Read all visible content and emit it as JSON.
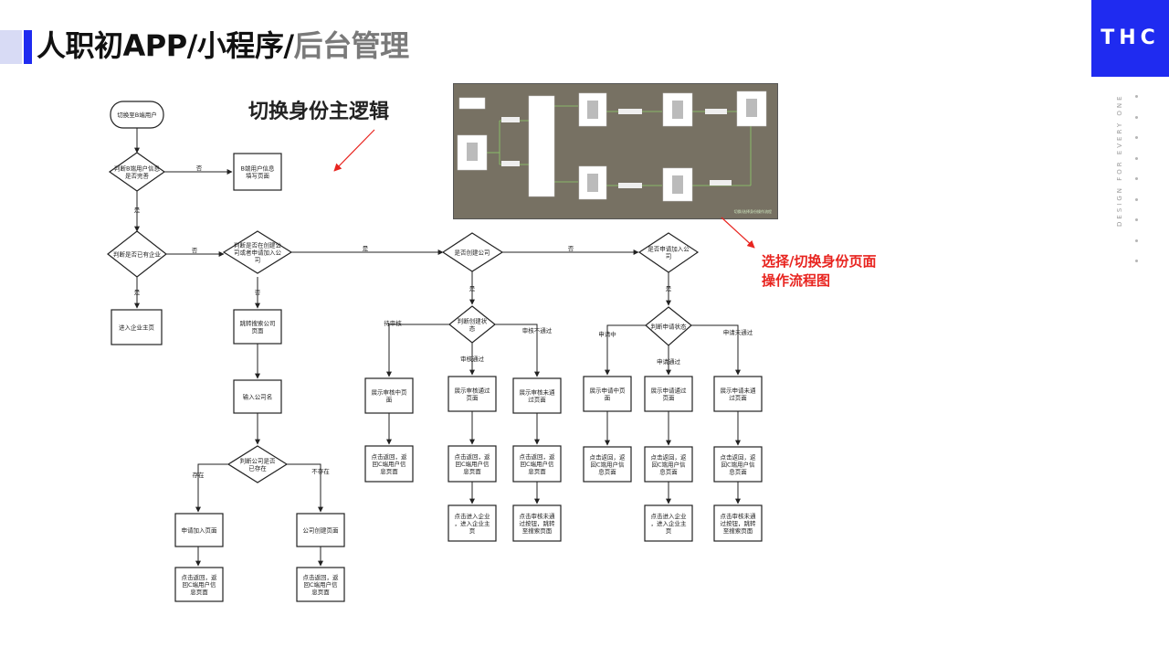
{
  "header": {
    "title_main": "人职初APP/小程序/",
    "title_light": "后台管理",
    "brand": "THC",
    "tagline": "DESIGN FOR EVERY ONE"
  },
  "annotations": {
    "logic_heading": "切换身份主逻辑",
    "page_flow_note": "选择/切换身份页面操作流程图",
    "arrow_color": "#e8241f"
  },
  "preview": {
    "caption": "切换/选择身份操作流程"
  },
  "flow": {
    "start": "切换至B端用户",
    "d_info_complete": "判断B端用户信息是否完善",
    "fill_info_page": "B端用户信息填写页面",
    "d_has_company": "判断是否已有企业",
    "enter_company_home": "进入企业主页",
    "d_created_or_applied": "判断是否在创建公司或者申请加入公司",
    "search_company_page": "跳转搜索公司页面",
    "input_company_name": "输入公司名",
    "d_company_exists": "判断公司是否已存在",
    "apply_join_page": "申请加入页面",
    "create_company_page": "公司创建页面",
    "back_c_info_1": "点击返回，返回C端用户信息页面",
    "back_c_info_2": "点击返回，返回C端用户信息页面",
    "d_is_create": "是否创建公司",
    "d_review_status": "判断创建状态",
    "show_reviewing": "展示审核中页面",
    "show_review_passed": "展示审核通过页面",
    "show_review_failed": "展示审核未通过页面",
    "back_c_info_3": "点击返回，返回C端用户信息页面",
    "back_c_info_4": "点击返回，返回C端用户信息页面",
    "back_c_info_5": "点击返回，返回C端用户信息页面",
    "click_enter_company_1": "点击进入企业，进入企业主页",
    "click_failed_1": "点击审核未通过按钮，跳转至搜索页面",
    "d_is_apply": "是否申请加入公司",
    "d_apply_status": "判断申请状态",
    "show_applying": "展示申请中页面",
    "show_apply_passed": "展示申请通过页面",
    "show_apply_failed": "展示申请未通过页面",
    "back_c_info_6": "点击返回，返回C端用户信息页面",
    "back_c_info_7": "点击返回，返回C端用户信息页面",
    "back_c_info_8": "点击返回，返回C端用户信息页面",
    "click_enter_company_2": "点击进入企业，进入企业主页",
    "click_failed_2": "点击审核未通过按钮，跳转至搜索页面",
    "lbl_no": "否",
    "lbl_yes": "是",
    "lbl_exists": "存在",
    "lbl_not_exists": "不存在",
    "lbl_reviewing": "待审核",
    "lbl_review_passed": "审核通过",
    "lbl_review_failed": "审核不通过",
    "lbl_applying": "申请中",
    "lbl_apply_passed": "申请通过",
    "lbl_apply_failed": "申请未通过"
  }
}
